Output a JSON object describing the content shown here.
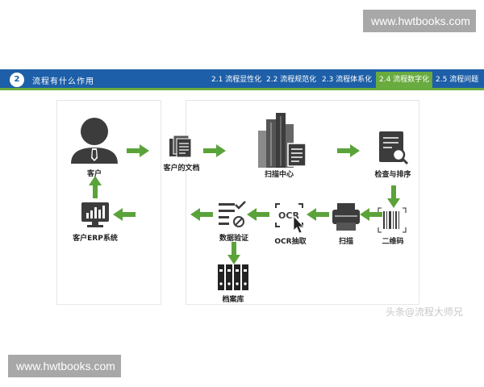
{
  "watermark": {
    "top": "www.hwtbooks.com",
    "bottom": "www.hwtbooks.com"
  },
  "header": {
    "section_number": "2",
    "section_title": "流程有什么作用",
    "tabs": [
      {
        "label": "2.1 流程显性化",
        "active": false
      },
      {
        "label": "2.2 流程规范化",
        "active": false
      },
      {
        "label": "2.3 流程体系化",
        "active": false
      },
      {
        "label": "2.4 流程数字化",
        "active": true
      },
      {
        "label": "2.5 流程问题",
        "active": false
      }
    ]
  },
  "nodes": {
    "customer": "客户",
    "customer_docs": "客户的文档",
    "scan_center": "扫描中心",
    "check_sort": "检查与排序",
    "barcode": "二维码",
    "scan": "扫描",
    "ocr": "OCR抽取",
    "data_verify": "数据验证",
    "archive": "档案库",
    "erp": "客户ERP系统"
  },
  "icons": {
    "customer": "person-icon",
    "customer_docs": "documents-icon",
    "scan_center": "building-icon",
    "check_sort": "document-search-icon",
    "barcode": "barcode-icon",
    "scan": "scanner-icon",
    "ocr": "ocr-cursor-icon",
    "data_verify": "checklist-icon",
    "archive": "binders-icon",
    "erp": "monitor-chart-icon"
  },
  "colors": {
    "header_blue": "#1d5fa8",
    "accent_green": "#6aab3f",
    "icon_dark": "#3c3c3c"
  },
  "credit": "头条@流程大师兄"
}
